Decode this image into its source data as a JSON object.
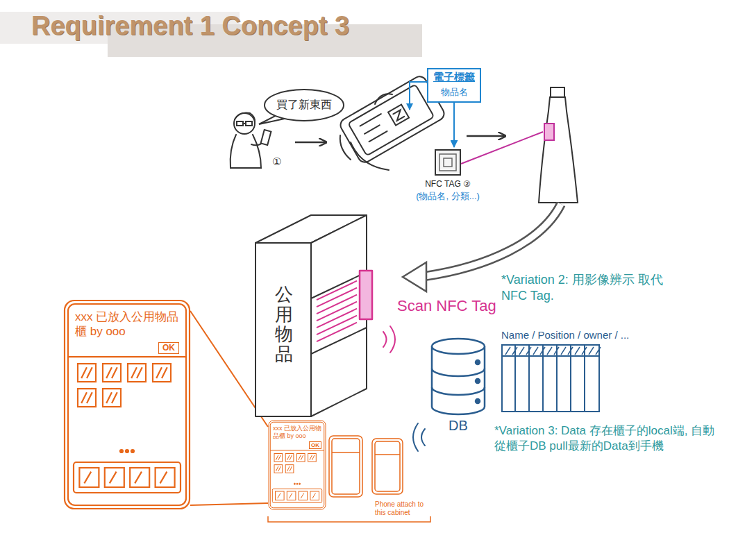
{
  "diagram": {
    "title": "Requirement 1 Concept 3",
    "nodes": [
      {
        "text": [
          "買了新東西"
        ]
      },
      {
        "text": [
          "電子標籤",
          "物品名"
        ]
      },
      {
        "text": [
          "NFC TAG ②",
          "(物品名, 分類...)"
        ]
      },
      {
        "text": [
          "公用物品"
        ]
      },
      {
        "text": [
          "xxx 已放入公用物品櫃 by ooo",
          "OK"
        ]
      },
      {
        "text": [
          "xxx 已放入公用物品櫃 by ooo",
          "OK"
        ]
      },
      {
        "text": [
          "DB"
        ]
      },
      {
        "text": [
          "Name / Position / owner / ..."
        ]
      }
    ],
    "edges": [
      {
        "from": 1,
        "to": 2,
        "arrow": "to"
      },
      {
        "from": 5,
        "to": 4,
        "arrow": "none"
      }
    ],
    "labels": [
      "①",
      "Scan NFC Tag",
      "*Variation 2: 用影像辨示 取代NFC Tag.",
      "*Variation 3: Data 存在櫃子的local端, 自動從櫃子DB pull最新的Data到手機",
      "Phone attach to this cabinet"
    ]
  }
}
